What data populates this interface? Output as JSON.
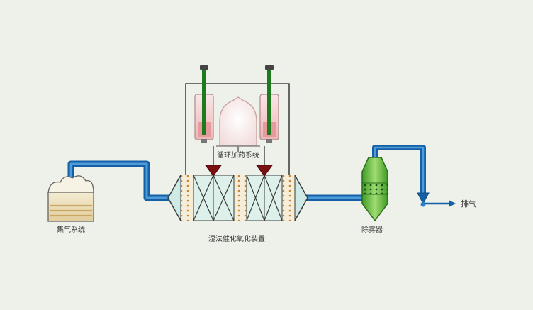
{
  "diagram": {
    "labels": {
      "dosing_system": "循环加药系统",
      "gas_collection": "集气系统",
      "oxidation_unit": "湿法催化氧化装置",
      "demister": "除雾器",
      "exhaust": "排气"
    },
    "colors": {
      "background": "#edf1e9",
      "pipe": "#145fa6",
      "pipe_highlight": "#4e9bd8",
      "vessel_fill": "#cfe9e4",
      "packing_fill": "#def0ea",
      "dotted_section_fill": "#f5edd8",
      "dotted_section_dot": "#c8862f",
      "spray_nozzle": "#7a1010",
      "demister_green": "#3f9b27",
      "tank_beige": "#e2cd9c",
      "dome_pink": "#f0d6d6",
      "pump_rod_green": "#1e7a1e"
    }
  }
}
